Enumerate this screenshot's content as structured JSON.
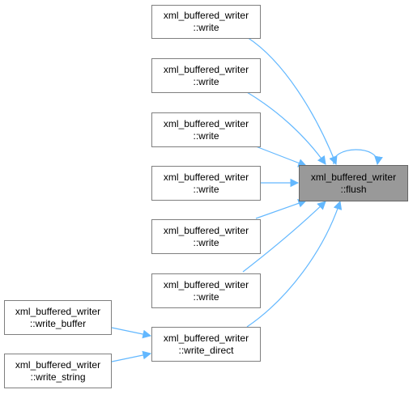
{
  "colors": {
    "edge": "#63b8ff",
    "node_border": "#7f7f7f",
    "focus_fill": "#999999"
  },
  "focus": {
    "line1": "xml_buffered_writer",
    "line2": "::flush"
  },
  "callers": [
    {
      "line1": "xml_buffered_writer",
      "line2": "::write"
    },
    {
      "line1": "xml_buffered_writer",
      "line2": "::write"
    },
    {
      "line1": "xml_buffered_writer",
      "line2": "::write"
    },
    {
      "line1": "xml_buffered_writer",
      "line2": "::write"
    },
    {
      "line1": "xml_buffered_writer",
      "line2": "::write"
    },
    {
      "line1": "xml_buffered_writer",
      "line2": "::write"
    },
    {
      "line1": "xml_buffered_writer",
      "line2": "::write_direct"
    }
  ],
  "second_level": [
    {
      "line1": "xml_buffered_writer",
      "line2": "::write_buffer"
    },
    {
      "line1": "xml_buffered_writer",
      "line2": "::write_string"
    }
  ]
}
